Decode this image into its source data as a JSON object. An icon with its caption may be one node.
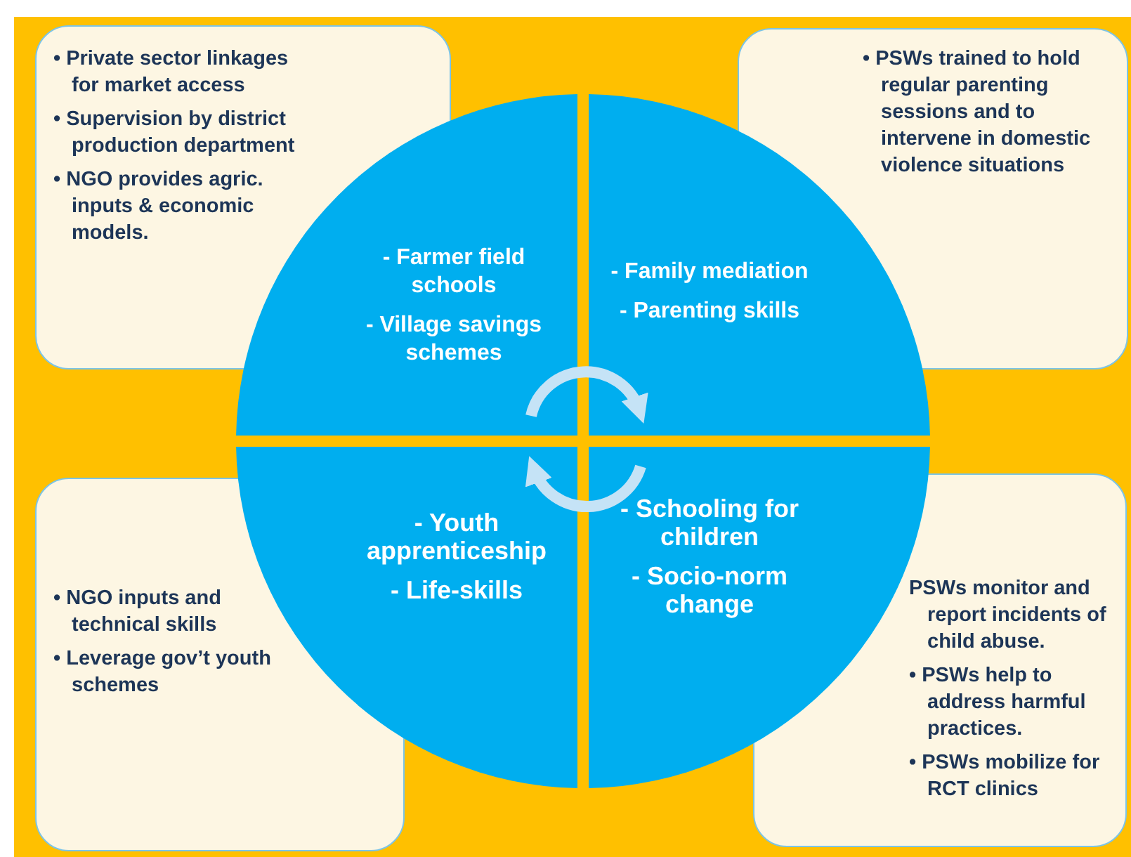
{
  "diagram": {
    "nodes": [
      {
        "text": [
          "• Private sector linkages for market access",
          "• Supervision by district production department",
          "• NGO provides agric. inputs & economic models."
        ]
      },
      {
        "text": [
          "• PSWs trained to hold regular parenting sessions and to intervene in domestic violence situations"
        ]
      },
      {
        "text": [
          "- Farmer field schools",
          "- Village savings schemes"
        ]
      },
      {
        "text": [
          "- Family mediation",
          "- Parenting skills"
        ]
      },
      {
        "text": [
          "- Youth apprenticeship",
          "- Life-skills"
        ]
      },
      {
        "text": [
          "- Schooling for children",
          "- Socio-norm change"
        ]
      },
      {
        "text": [
          "• NGO inputs and technical skills",
          "• Leverage gov’t youth schemes"
        ]
      },
      {
        "text": [
          "PSWs monitor and report incidents of child abuse.",
          "• PSWs help to address harmful practices.",
          "• PSWs mobilize for RCT clinics"
        ]
      }
    ],
    "edges": [
      {
        "from": 2,
        "to": 3,
        "arrow": "to"
      },
      {
        "from": 5,
        "to": 4,
        "arrow": "to"
      }
    ]
  }
}
